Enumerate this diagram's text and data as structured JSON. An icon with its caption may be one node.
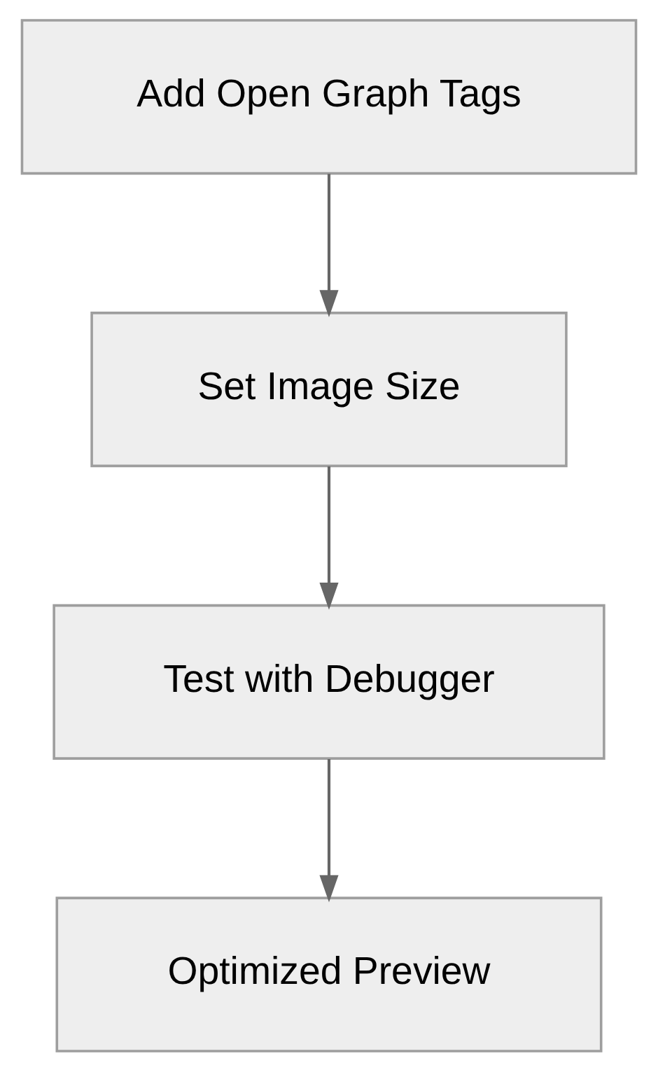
{
  "diagram": {
    "nodes": [
      {
        "text": [
          "Add Open Graph Tags"
        ]
      },
      {
        "text": [
          "Set Image Size"
        ]
      },
      {
        "text": [
          "Test with Debugger"
        ]
      },
      {
        "text": [
          "Optimized Preview"
        ]
      }
    ],
    "edges": [
      {
        "from": 0,
        "to": 1,
        "arrow": "to"
      },
      {
        "from": 1,
        "to": 2,
        "arrow": "to"
      },
      {
        "from": 2,
        "to": 3,
        "arrow": "to"
      }
    ]
  }
}
